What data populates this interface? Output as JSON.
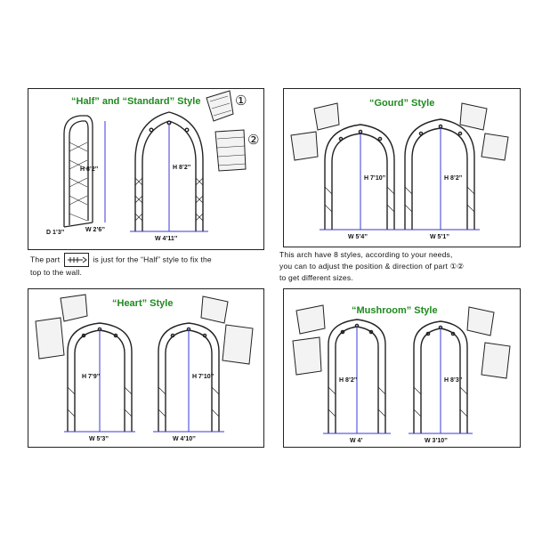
{
  "panels": {
    "half_standard": {
      "title": "“Half” and “Standard” Style",
      "dims": {
        "half_height": "H 8’2’’",
        "depth": "D 1’3’’",
        "half_width": "W 2’6’’",
        "std_height": "H 8’2’’",
        "std_width": "W 4’11’’"
      },
      "part_labels": [
        "①",
        "②"
      ]
    },
    "gourd": {
      "title": "“Gourd” Style",
      "dims": {
        "left_height": "H 7’10’’",
        "left_width": "W 5’4’’",
        "right_height": "H 8’2’’",
        "right_width": "W 5’1’’"
      }
    },
    "heart": {
      "title": "“Heart” Style",
      "dims": {
        "left_height": "H 7’9’’",
        "left_width": "W 5’3’’",
        "right_height": "H 7’10’’",
        "right_width": "W 4’10’’"
      }
    },
    "mushroom": {
      "title": "“Mushroom” Style",
      "dims": {
        "left_height": "H 8’2’’",
        "left_width": "W 4’",
        "right_height": "H 8’3’’",
        "right_width": "W 3’10’’"
      }
    }
  },
  "captions": {
    "half_note_pre": "The part",
    "half_note_post": "is just for the “Half” style to fix the",
    "half_note_line2": "top to the wall.",
    "styles_note_line1": "This arch have 8 styles, according to your needs,",
    "styles_note_line2": "you can to adjust the position & direction of part ①②",
    "styles_note_line3": "to get different sizes."
  },
  "colors": {
    "title_green": "#1f8a1f",
    "dimension_blue": "#3a3ad8",
    "frame": "#222222"
  },
  "icons": [
    "arch-frame",
    "arch-segment-part-1",
    "arch-segment-part-2",
    "wall-anchor-bolt-icon"
  ]
}
